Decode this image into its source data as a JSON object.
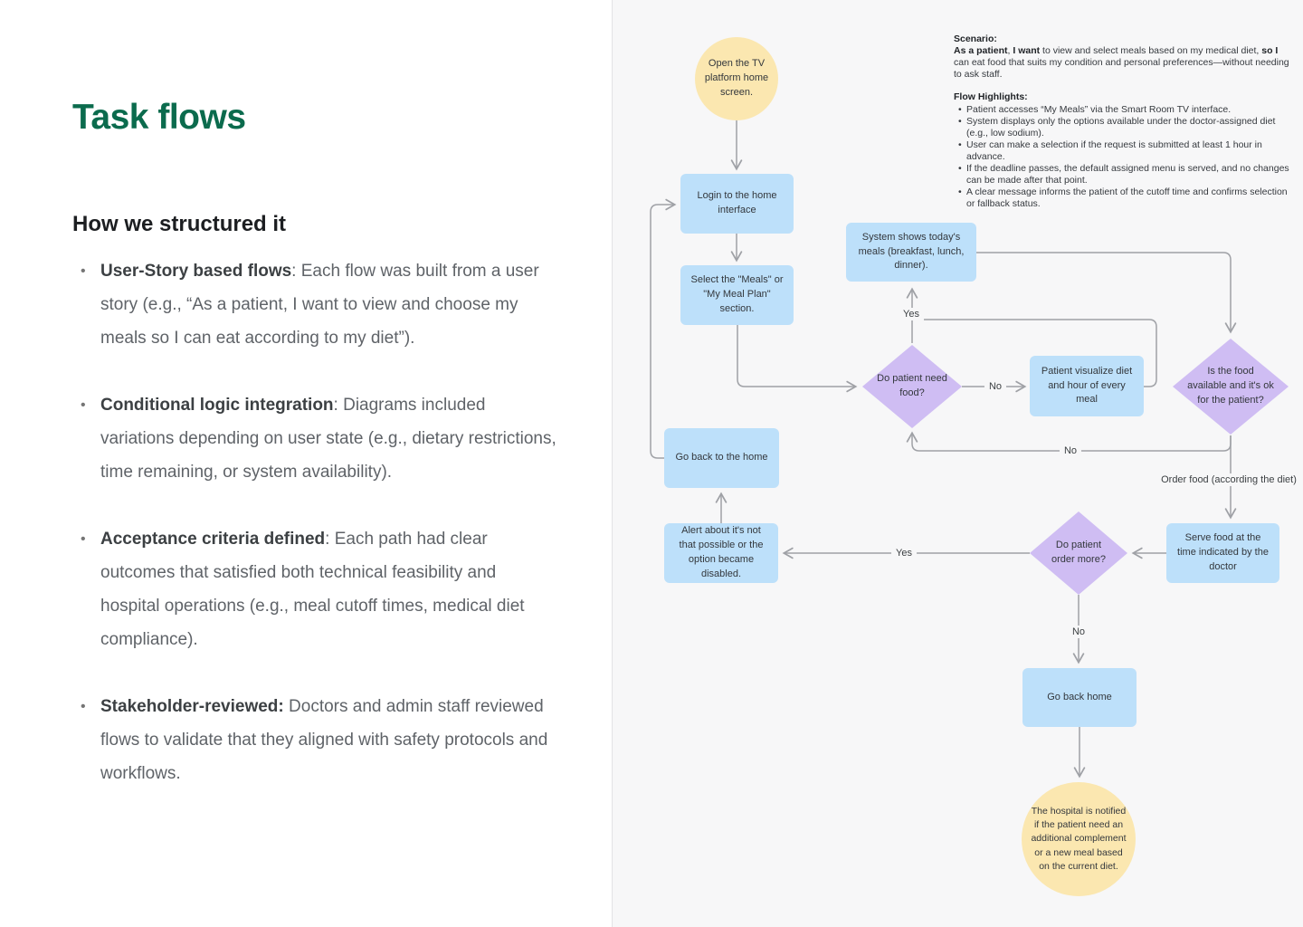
{
  "left_panel": {
    "title": "Task flows",
    "subtitle": "How we structured it",
    "bullets": [
      {
        "lead": "User-Story based flows",
        "rest": ": Each flow was built from a user story (e.g., “As a patient, I want to view and choose my meals so I can eat according to my diet”)."
      },
      {
        "lead": "Conditional logic integration",
        "rest": ": Diagrams included variations depending on user state (e.g., dietary restrictions, time remaining, or system availability)."
      },
      {
        "lead": "Acceptance criteria defined",
        "rest": ": Each path had clear outcomes that satisfied both technical feasibility and hospital operations (e.g., meal cutoff times, medical diet compliance)."
      },
      {
        "lead": "Stakeholder-reviewed:",
        "rest": " Doctors and admin staff reviewed flows to validate that they aligned with safety protocols and workflows."
      }
    ]
  },
  "scenario": {
    "title": "Scenario:",
    "p_bold1": "As a patient",
    "p_t1": ", ",
    "p_bold2": "I want",
    "p_t2": " to view and select meals based on my medical diet, ",
    "p_bold3": "so I",
    "p_t3": " can eat food that suits my condition and personal preferences—without needing to ask staff.",
    "highlights_title": "Flow Highlights:",
    "highlights": [
      "Patient accesses “My Meals” via the Smart Room TV interface.",
      "System displays only the options available under the doctor-assigned diet (e.g., low sodium).",
      "User can make a selection if the request is submitted at least 1 hour in advance.",
      "If the deadline passes, the default assigned menu is served, and no changes can be made after that point.",
      "A clear message informs the patient of the cutoff time and confirms selection or fallback status."
    ]
  },
  "flowchart": {
    "nodes": {
      "start": "Open the TV platform home screen.",
      "login": "Login to the home interface",
      "select": "Select the \"Meals\" or \"My Meal Plan\" section.",
      "system_meals": "System shows today's meals (breakfast, lunch, dinner).",
      "need_food": "Do patient need food?",
      "visualize": "Patient visualize diet and hour of every meal",
      "food_ok": "Is the food available and it's ok for the patient?",
      "go_back_home_loop": "Go back to the home",
      "alert": "Alert about it's not that possible or the option became disabled.",
      "order_more": "Do patient order more?",
      "serve": "Serve food at the time indicated by the doctor",
      "go_back_home": "Go back home",
      "end": "The hospital is notified if the patient need an additional complement or a new meal based on the current diet."
    },
    "labels": {
      "yes1": "Yes",
      "no1": "No",
      "no2": "No",
      "order_food": "Order food (according the diet)",
      "yes2": "Yes",
      "no3": "No"
    }
  },
  "colors": {
    "accent_green": "#0b6b4d",
    "node_blue": "#bde0fa",
    "node_purple": "#cfbdf3",
    "node_yellow": "#fbe7b0",
    "line_gray": "#9fa1a6",
    "panel_bg": "#f7f7f8"
  }
}
